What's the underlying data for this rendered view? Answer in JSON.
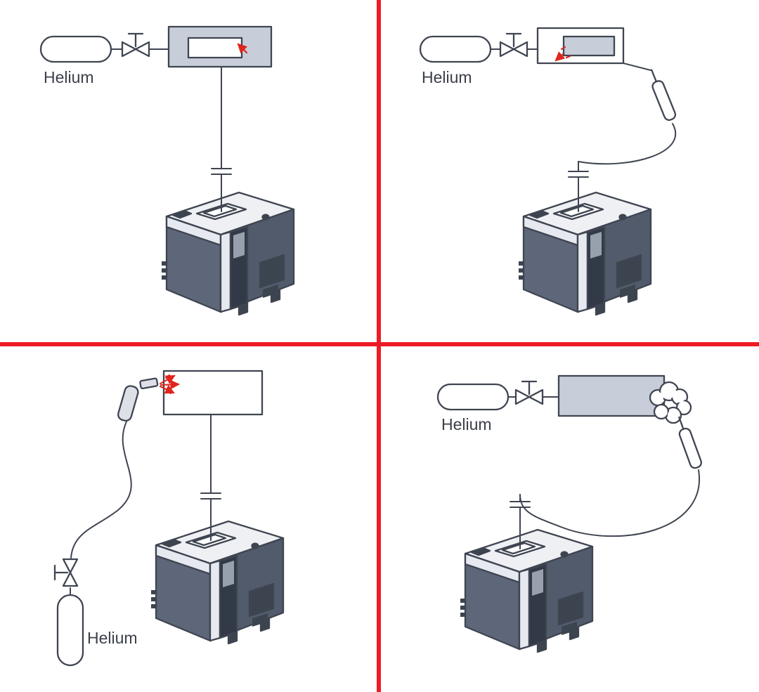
{
  "colors": {
    "divider": "#ed1c24",
    "accent_red": "#e0251c",
    "outline": "#3f4551",
    "label_text": "#3b4049",
    "chamber_fill": "#c7cdd9",
    "white": "#ffffff",
    "machine_body": "#5e6779",
    "machine_side": "#515b6c",
    "machine_light": "#eef0f4",
    "machine_trim": "#e6e9ef",
    "machine_panel": "#333a47",
    "machine_dark": "#3c4450",
    "machine_screen": "#98a0ad",
    "gun_fill": "#dde0e6"
  },
  "quadrants": {
    "top_left": {
      "label": "Helium"
    },
    "top_right": {
      "label": "Helium"
    },
    "bottom_left": {
      "label": "Helium"
    },
    "bottom_right": {
      "label": "Helium"
    }
  }
}
